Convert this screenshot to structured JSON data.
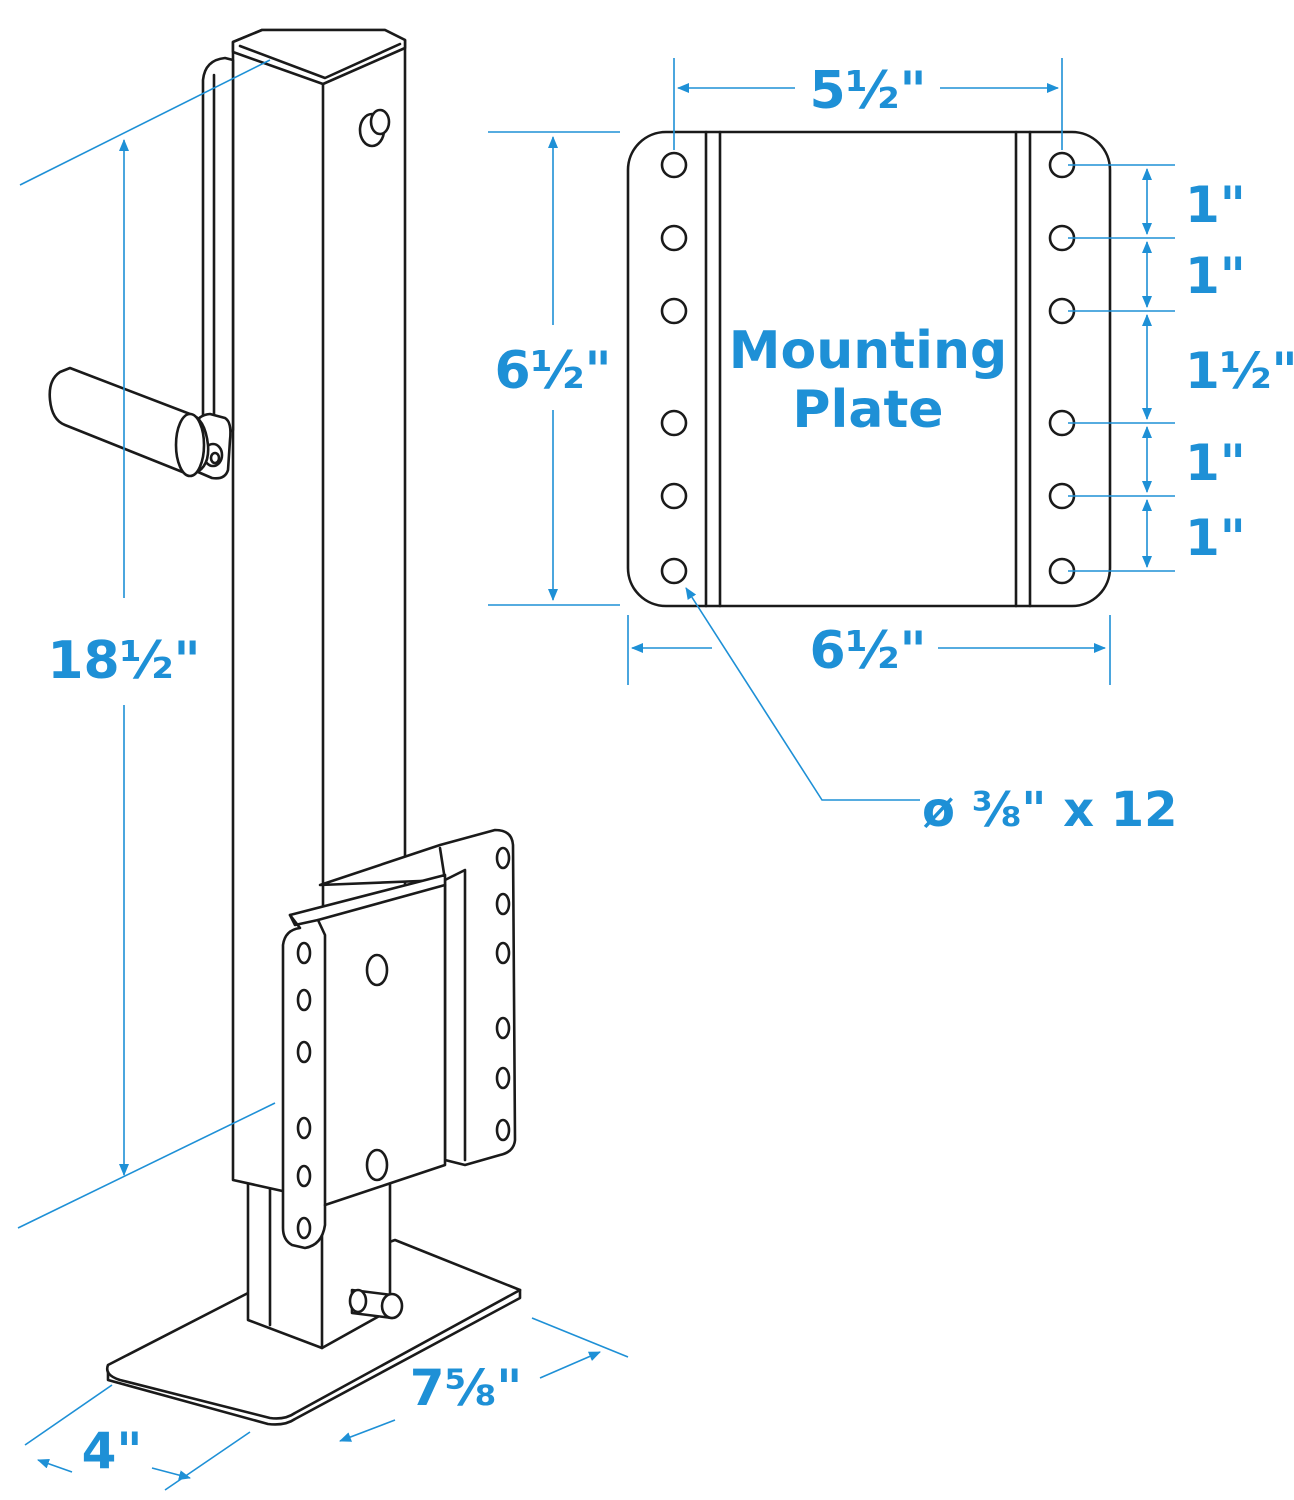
{
  "dimensions": {
    "jack_height": "18½\"",
    "foot_width": "4\"",
    "foot_length": "7⅝\"",
    "plate_top_width": "5½\"",
    "plate_height": "6½\"",
    "plate_bottom_width": "6½\"",
    "spacing_1": "1\"",
    "spacing_2": "1\"",
    "spacing_3": "1½\"",
    "spacing_4": "1\"",
    "spacing_5": "1\"",
    "hole_spec": "ø ⅜\" x 12"
  },
  "plate_label": {
    "line1": "Mounting",
    "line2": "Plate"
  },
  "colors": {
    "accent": "#1e90d6",
    "ink": "#1a1a1a"
  }
}
